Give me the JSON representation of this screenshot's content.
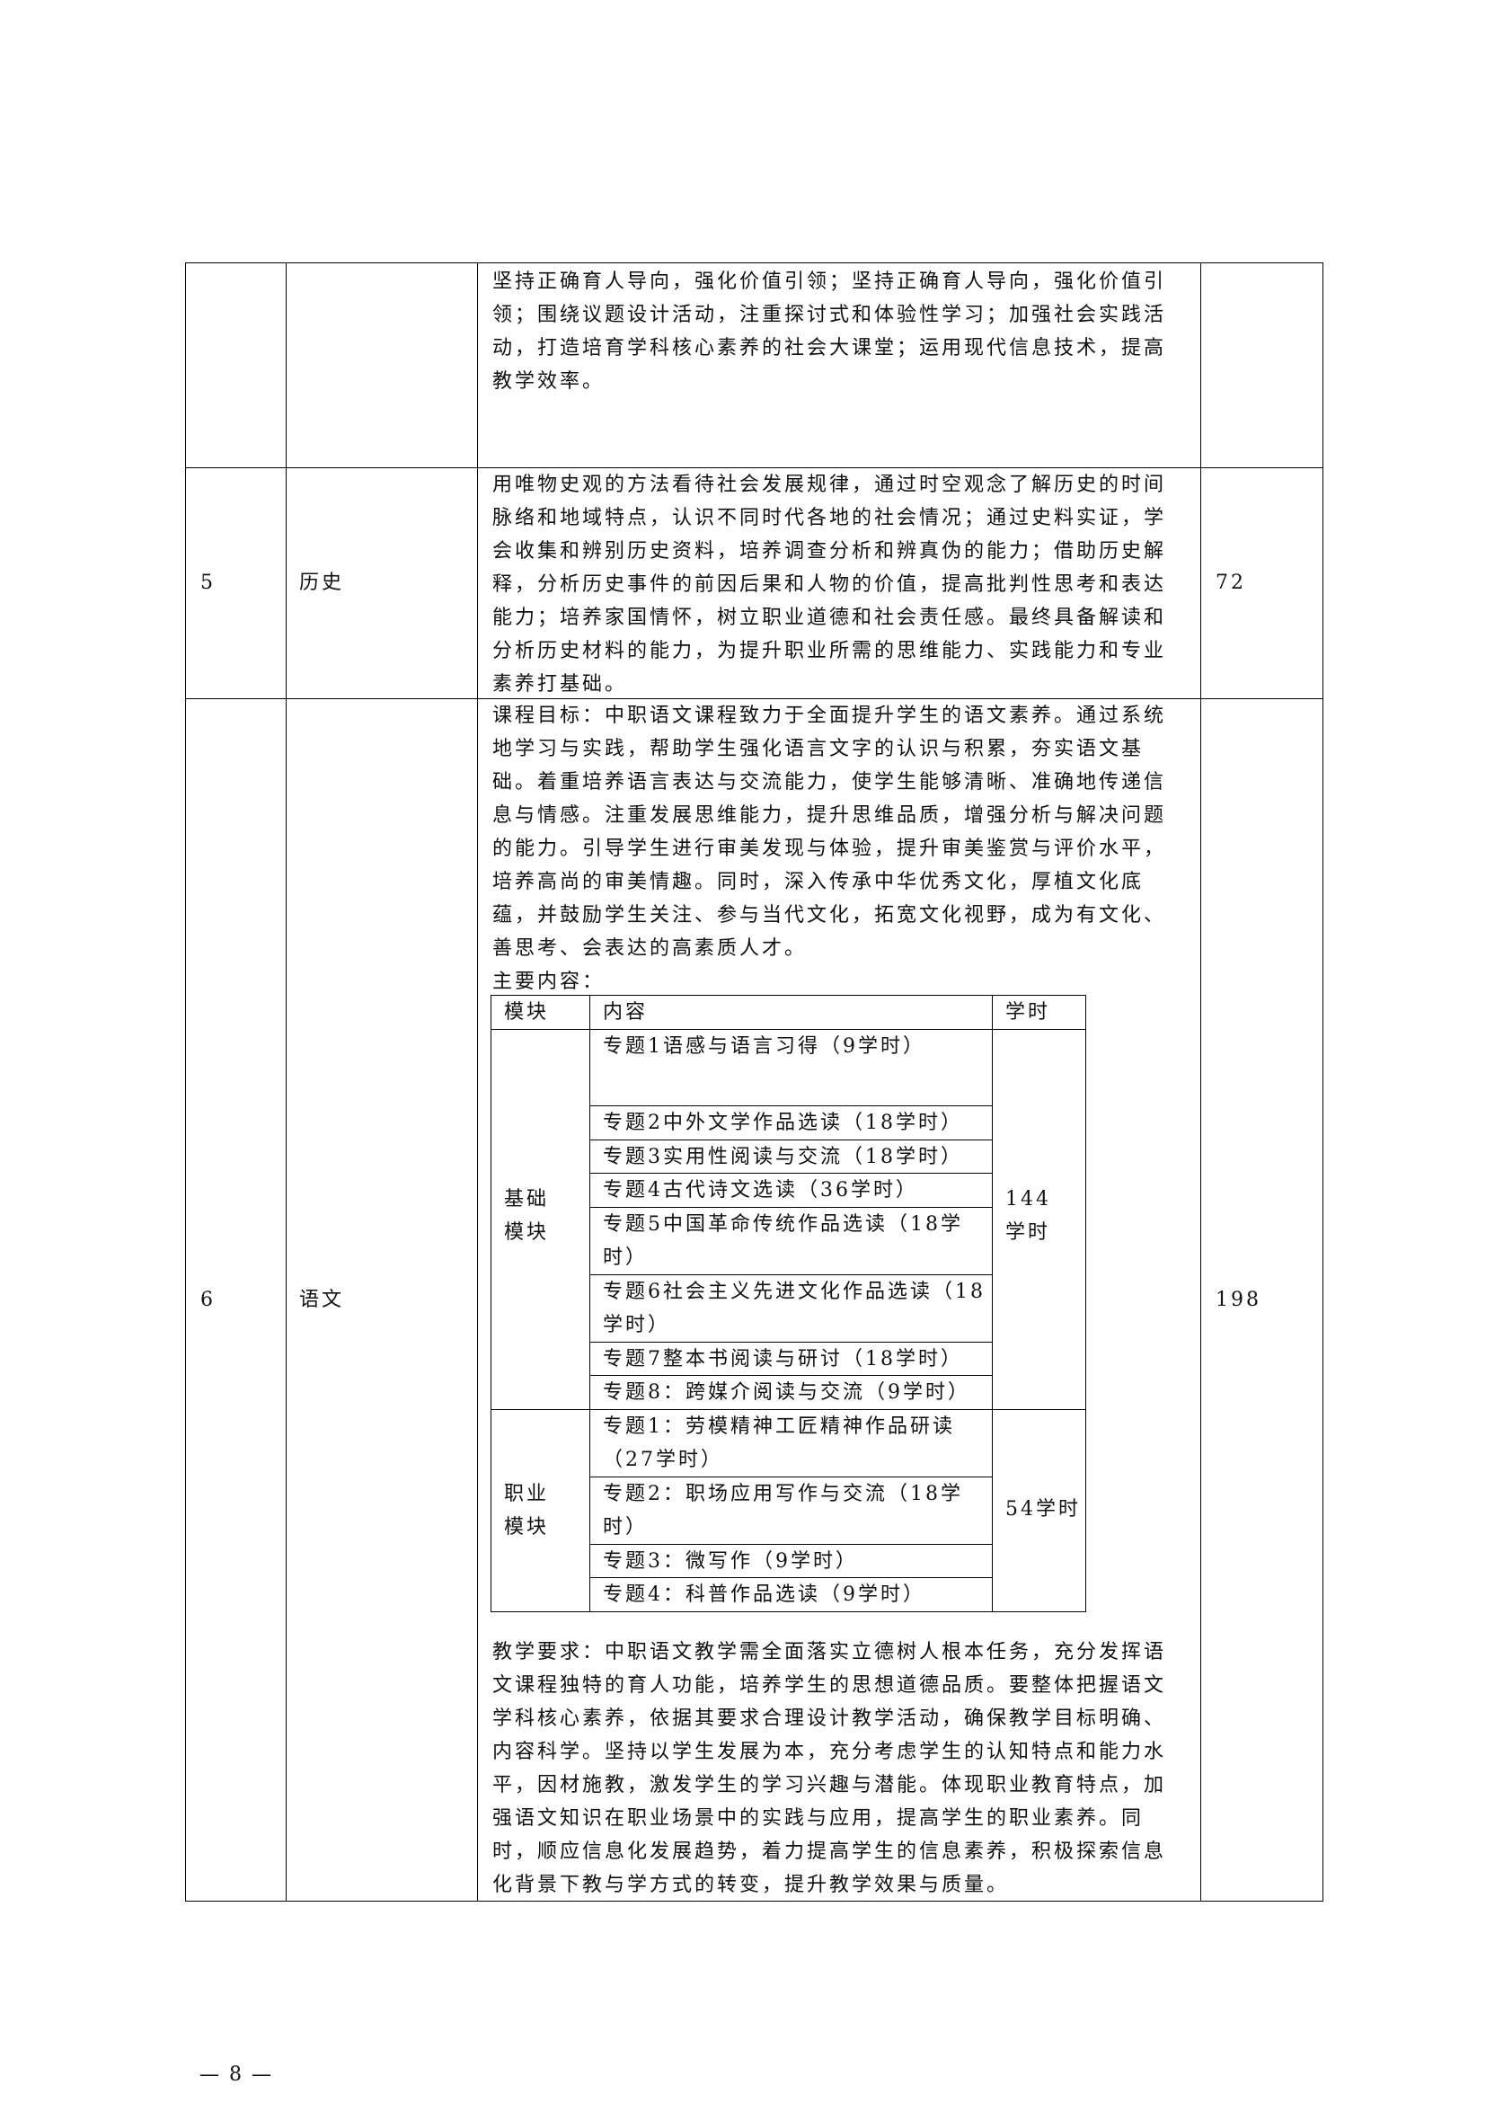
{
  "rows": [
    {
      "index": "",
      "course": "",
      "hours": "",
      "lines": [
        "坚持正确育人导向，强化价值引领；坚持正确育人导向，强化价值引",
        "领；围绕议题设计活动，注重探讨式和体验性学习；加强社会实践活",
        "动，打造培育学科核心素养的社会大课堂；运用现代信息技术，提高",
        "教学效率。"
      ]
    },
    {
      "index": "5",
      "course": "历史",
      "hours": "72",
      "lines": [
        "用唯物史观的方法看待社会发展规律，通过时空观念了解历史的时间",
        "脉络和地域特点，认识不同时代各地的社会情况；通过史料实证，学",
        "会收集和辨别历史资料，培养调查分析和辨真伪的能力；借助历史解",
        "释，分析历史事件的前因后果和人物的价值，提高批判性思考和表达",
        "能力；培养家国情怀，树立职业道德和社会责任感。最终具备解读和",
        "分析历史材料的能力，为提升职业所需的思维能力、实践能力和专业",
        "素养打基础。"
      ]
    },
    {
      "index": "6",
      "course": "语文",
      "hours": "198",
      "goal_lines": [
        "课程目标：中职语文课程致力于全面提升学生的语文素养。通过系统",
        "地学习与实践，帮助学生强化语言文字的认识与积累，夯实语文基",
        "础。着重培养语言表达与交流能力，使学生能够清晰、准确地传递信",
        "息与情感。注重发展思维能力，提升思维品质，增强分析与解决问题",
        "的能力。引导学生进行审美发现与体验，提升审美鉴赏与评价水平，",
        "培养高尚的审美情趣。同时，深入传承中华优秀文化，厚植文化底",
        "蕴，并鼓励学生关注、参与当代文化，拓宽文化视野，成为有文化、",
        "善思考、会表达的高素质人才。"
      ],
      "content_label": "主要内容：",
      "inner_table": {
        "headers": [
          "模块",
          "内容",
          "学时"
        ],
        "groups": [
          {
            "module": [
              "基础",
              "模块"
            ],
            "hours": [
              "144",
              "学时"
            ],
            "topics": [
              [
                "专题1语感与语言习得（9学时）"
              ],
              [
                "专题2中外文学作品选读（18学时）"
              ],
              [
                "专题3实用性阅读与交流（18学时）"
              ],
              [
                "专题4古代诗文选读（36学时）"
              ],
              [
                "专题5中国革命传统作品选读（18学",
                "时）"
              ],
              [
                "专题6社会主义先进文化作品选读（18",
                "学时）"
              ],
              [
                "专题7整本书阅读与研讨（18学时）"
              ],
              [
                "专题8：跨媒介阅读与交流（9学时）"
              ]
            ]
          },
          {
            "module": [
              "职业",
              "模块"
            ],
            "hours": [
              "54学时"
            ],
            "topics": [
              [
                "专题1：劳模精神工匠精神作品研读",
                "（27学时）"
              ],
              [
                "专题2：职场应用写作与交流（18学",
                "时）"
              ],
              [
                "专题3：微写作（9学时）"
              ],
              [
                "专题4：科普作品选读（9学时）"
              ]
            ]
          }
        ]
      },
      "requirement_lines": [
        "教学要求：中职语文教学需全面落实立德树人根本任务，充分发挥语",
        "文课程独特的育人功能，培养学生的思想道德品质。要整体把握语文",
        "学科核心素养，依据其要求合理设计教学活动，确保教学目标明确、",
        "内容科学。坚持以学生发展为本，充分考虑学生的认知特点和能力水",
        "平，因材施教，激发学生的学习兴趣与潜能。体现职业教育特点，加",
        "强语文知识在职业场景中的实践与应用，提高学生的职业素养。同",
        "时，顺应信息化发展趋势，着力提高学生的信息素养，积极探索信息",
        "化背景下教与学方式的转变，提升教学效果与质量。"
      ]
    }
  ],
  "footer": "— 8 —"
}
